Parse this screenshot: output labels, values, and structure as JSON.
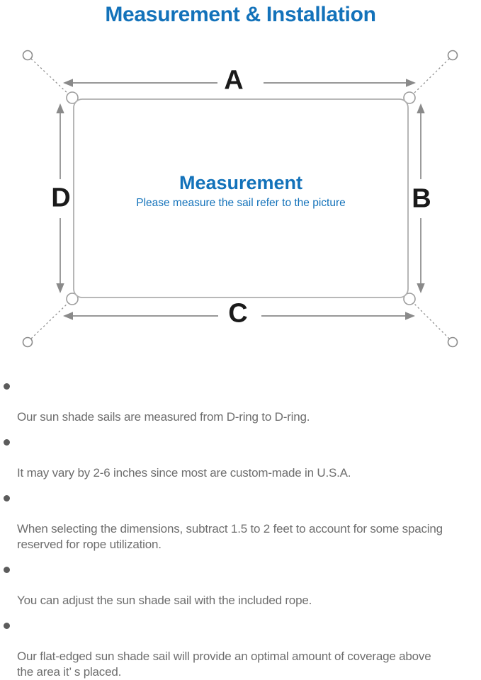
{
  "title": "Measurement & Installation",
  "diagram": {
    "label_top": "A",
    "label_right": "B",
    "label_bottom": "C",
    "label_left": "D",
    "center_heading": "Measurement",
    "center_subtitle": "Please measure the sail refer to the picture"
  },
  "notes": [
    "Our sun shade sails are measured from D-ring to D-ring.",
    "It may vary by 2-6 inches since most are custom-made in U.S.A.",
    "When selecting the dimensions, subtract 1.5 to 2 feet to account for some spacing\nreserved for rope utilization.",
    "You can adjust the sun shade sail with the included rope.",
    "Our flat-edged sun shade sail will provide an optimal amount of coverage above\nthe area it’ s placed."
  ],
  "icons": {
    "bullet": "filled-circle",
    "anchor_point": "open-circle",
    "corner_ring": "d-ring",
    "arrow": "double-headed-dimension-arrow"
  },
  "colors": {
    "accent_blue": "#1372ba",
    "label_black": "#1a1a1a",
    "arrow_gray": "#8a8a8a",
    "outline_gray": "#aeaeae",
    "note_text_gray": "#6e6e6e"
  }
}
